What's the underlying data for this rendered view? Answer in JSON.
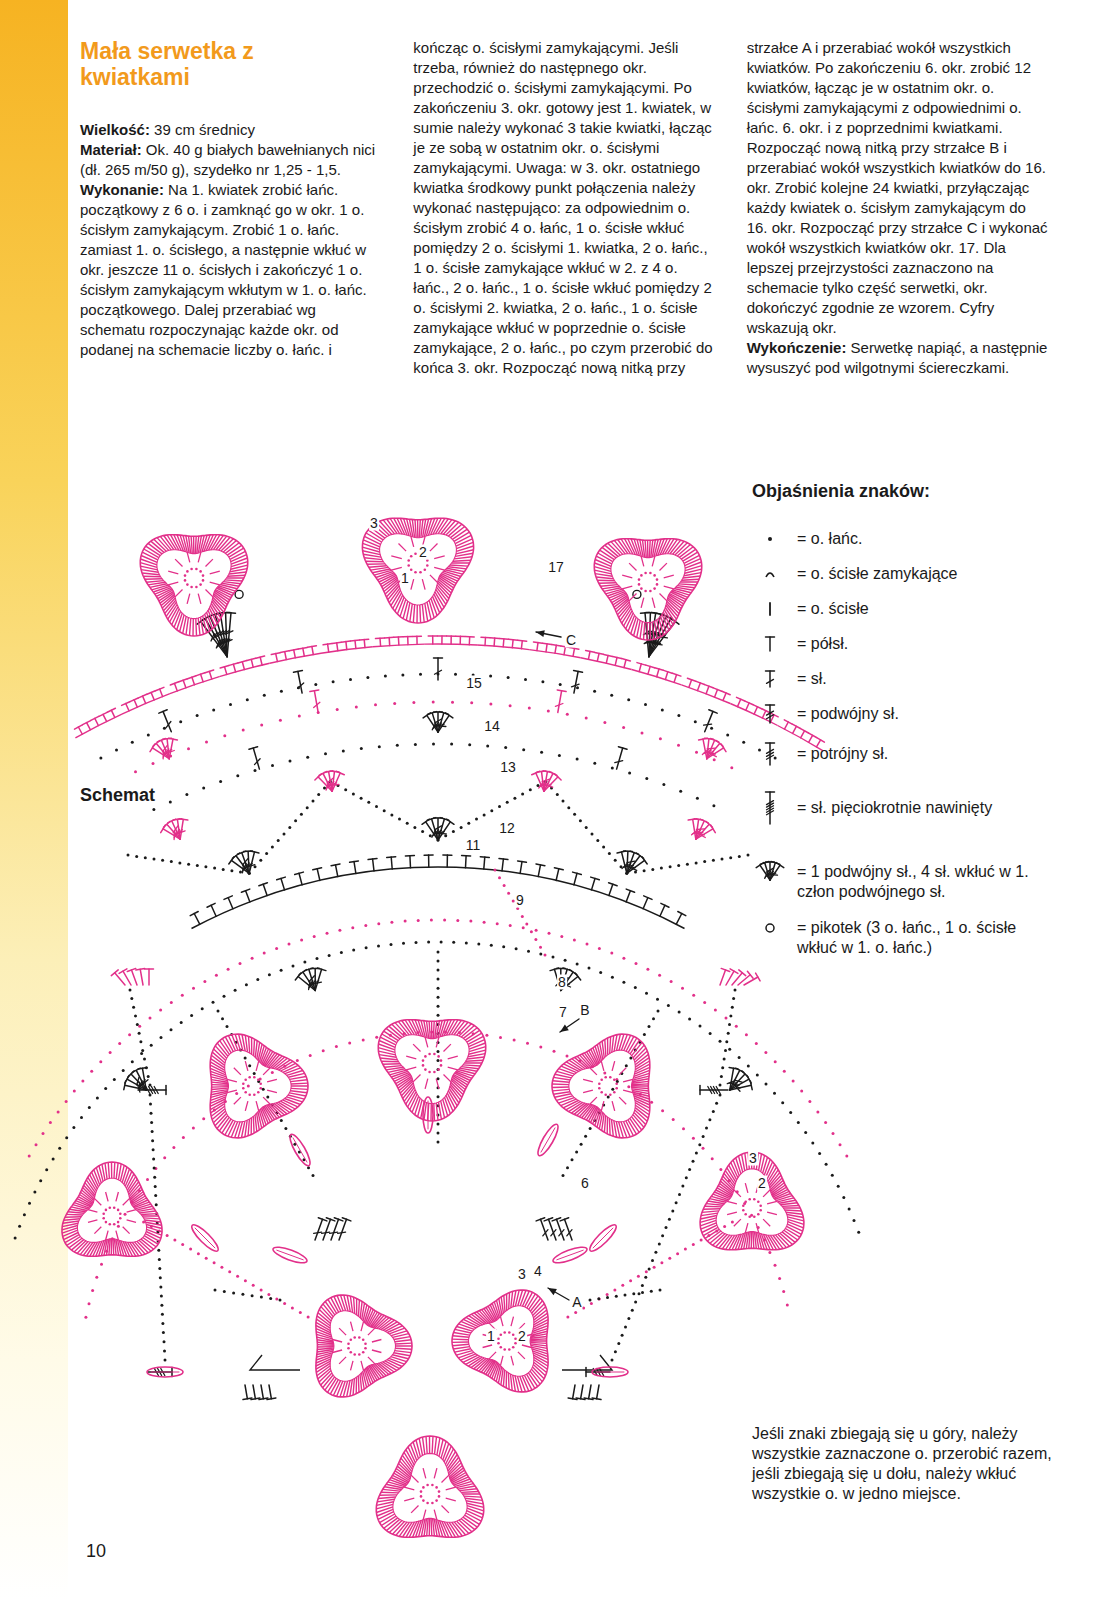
{
  "diagram": {
    "title": "Mała serwetka z kwiatkami",
    "labels": [
      "Wielkość:",
      "39 cm średnicy",
      "Materiał:",
      "Ok. 40 g białych bawełnianych nici (dł. 265 m/50 g), szydełko nr 1,25 - 1,5.",
      "Wykonanie:",
      "Na 1. kwiatek zrobić łańc. początkowy z 6 o. i zamknąć go w okr. 1 o. ścisłym zamykającym. Zrobić 1 o. łańc. zamiast 1. o. ścisłego, a następnie wkłuć w okr. jeszcze 11 o. ścisłych i zakończyć 1 o. ścisłym zamykającym wkłutym w 1. o. łańc. początkowego. Dalej przerabiać wg schematu rozpoczynając każde okr. od podanej na schemacie liczby o. łańc. i kończąc o. ścisłymi zamykającymi. Jeśli trzeba, również do następnego okr. przechodzić o. ścisłymi zamykającymi. Po zakończeniu 3. okr. gotowy jest 1. kwiatek, w sumie należy wykonać 3 takie kwiatki, łącząc je ze sobą w ostatnim okr. o. ścisłymi zamykającymi. Uwaga: w 3. okr. ostatniego kwiatka środkowy punkt połączenia należy wykonać następująco: za odpowiednim o. ścisłym zrobić 4 o. łańc, 1 o. ścisłe wkłuć pomiędzy 2 o. ścisłymi 1. kwiatka, 2 o. łańc., 1 o. ścisłe zamykające wkłuć w 2. z 4 o. łańc., 2 o. łańc., 1 o. ścisłe wkłuć pomiędzy 2 o. ścisłymi 2. kwiatka, 2 o. łańc., 1 o. ścisłe zamykające wkłuć w poprzednie o. ścisłe zamykające, 2 o. łańc., po czym przerobić do końca 3. okr. Rozpocząć nową nitką przy strzałce A i przerabiać wokół wszystkich kwiatków. Po zakończeniu 6. okr. zrobić 12 kwiatków, łącząc je w ostatnim okr. o. ścisłymi zamykającymi z odpowiednimi o. łańc. 6. okr. i z poprzednimi kwiatkami. Rozpocząć nową nitką przy strzałce B i przerabiać wokół wszystkich kwiatków do 16. okr. Zrobić kolejne 24 kwiatki, przyłączając każdy kwiatek o. ścisłym zamykającym do 16. okr. Rozpocząć przy strzałce C i wykonać wokół wszystkich kwiatków okr. 17. Dla lepszej przejrzystości zaznaczono na schemacie tylko część serwetki, okr. dokończyć zgodnie ze wzorem. Cyfry wskazują okr.",
      "Wykończenie:",
      "Serwetkę napiąć, a następnie wysuszyć pod wilgotnymi ściereczkami.",
      "Schemat",
      "Objaśnienia znaków:",
      "Jeśli znaki zbiegają się u góry, należy wszystkie zaznaczone o. przerobić razem, jeśli zbiegają się u dołu, należy wkłuć wszystkie o. w jedno miejsce.",
      "10",
      "3",
      "2",
      "1",
      "17",
      "C",
      "15",
      "14",
      "13",
      "12",
      "11",
      "9",
      "8",
      "7",
      "B",
      "6",
      "3",
      "2",
      "3",
      "4",
      "A",
      "1",
      "2"
    ],
    "legend": [
      {
        "text": "= o. łańc."
      },
      {
        "text": "= o. ścisłe zamykające"
      },
      {
        "text": "= o. ścisłe"
      },
      {
        "text": "= półsł."
      },
      {
        "text": "= sł."
      },
      {
        "text": "= podwójny sł."
      },
      {
        "text": "= potrójny sł."
      },
      {
        "text": "= sł. pięciokrotnie nawinięty"
      },
      {
        "text": "= 1 podwójny sł., 4 sł. wkłuć w 1. człon podwójnego sł."
      },
      {
        "text": "= pikotek (3 o. łańc., 1 o. ścisłe wkłuć w 1. o. łańc.)"
      }
    ]
  }
}
